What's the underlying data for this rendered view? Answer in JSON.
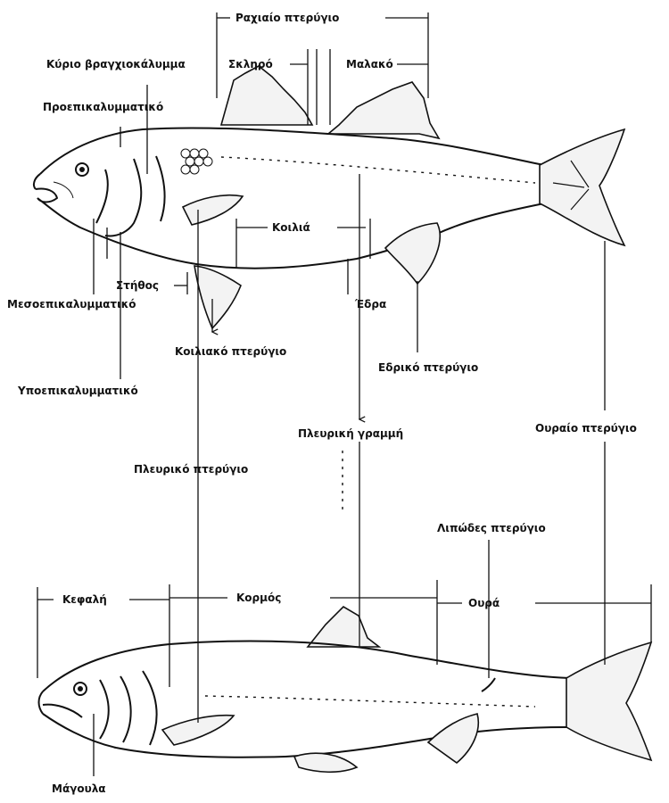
{
  "labels": {
    "dorsal_fin": "Ραχιαίο πτερύγιο",
    "spiny": "Σκληρό",
    "soft": "Μαλακό",
    "operculum": "Κύριο βραγχιοκάλυμμα",
    "preoperculum": "Προεπικαλυμματικό",
    "belly": "Κοιλιά",
    "breast": "Στήθος",
    "interoperculum": "Μεσοεπικαλυμματικό",
    "anus": "Έδρα",
    "pelvic_fin": "Κοιλιακό πτερύγιο",
    "anal_fin": "Εδρικό πτερύγιο",
    "suboperculum": "Υποεπικαλυμματικό",
    "lateral_line": "Πλευρική γραμμή",
    "caudal_fin": "Ουραίο πτερύγιο",
    "pectoral_fin": "Πλευρικό πτερύγιο",
    "adipose_fin": "Λιπώδες πτερύγιο",
    "trunk": "Κορμός",
    "head": "Κεφαλή",
    "tail": "Ουρά",
    "cheek": "Μάγουλα"
  }
}
